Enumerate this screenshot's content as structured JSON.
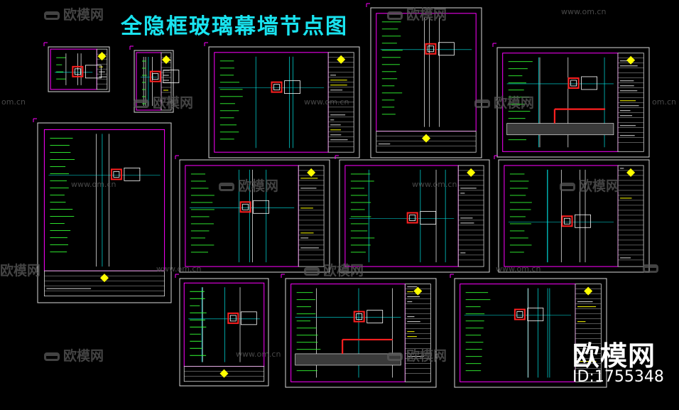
{
  "title": "全隐框玻璃幕墙节点图",
  "watermark": {
    "brand": "欧模网",
    "url": "www.om.cn",
    "url_partial": "om.cn",
    "id_text": "ID:1755348"
  },
  "colors": {
    "background": "#000000",
    "title": "#19e3ef",
    "frame": "#ff00ff",
    "border": "#d8d8d8",
    "line_cyan": "#00e5e5",
    "line_green": "#33ff33",
    "line_yellow": "#ffff00",
    "line_red": "#ff2020",
    "line_white": "#ffffff",
    "line_red_dark": "#c00000"
  },
  "icons": [
    "sofa-logo-icon",
    "yellow-diamond-stamp-icon"
  ]
}
